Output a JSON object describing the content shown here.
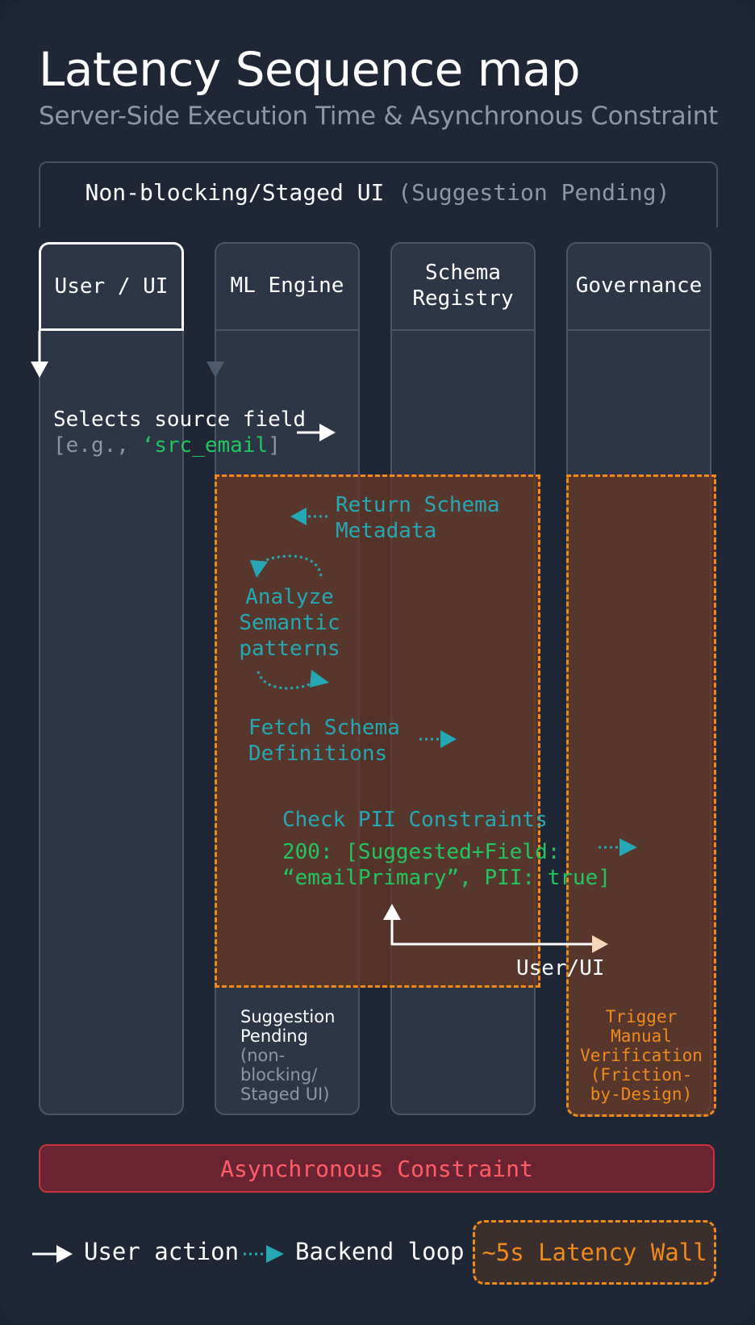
{
  "header": {
    "title": "Latency Sequence map",
    "subtitle": "Server-Side Execution Time & Asynchronous Constraint"
  },
  "bracket": {
    "main": "Non-blocking/Staged UI",
    "note": "(Suggestion Pending)"
  },
  "lanes": [
    {
      "label": "User / UI"
    },
    {
      "label": "ML Engine"
    },
    {
      "label": "Schema\nRegistry"
    },
    {
      "label": "Governance"
    }
  ],
  "steps": {
    "select_line1": "Selects source field",
    "select_bracket_open": "[e.g., ",
    "select_value": "‘src_email",
    "select_bracket_close": "]",
    "return_schema": "Return Schema\nMetadata",
    "analyze": "Analyze\nSemantic\npatterns",
    "fetch": "Fetch Schema\nDefinitions",
    "check_pii": "Check PII Constraints",
    "response_line1": "200: [Suggested+Field:",
    "response_line2": "“emailPrimary”, PII: true]",
    "return_user": "User/UI"
  },
  "footnotes": {
    "suggestion_title": "Suggestion\nPending",
    "suggestion_note": "(non-\nblocking/\nStaged UI)",
    "governance_note": "Trigger\nManual\nVerification\n(Friction-\nby-Design)"
  },
  "async_constraint": "Asynchronous Constraint",
  "legend": {
    "user_action": "User action",
    "backend_loop": "Backend loop",
    "latency_wall": "~5s Latency Wall"
  },
  "colors": {
    "background": "#1f2737",
    "lane": "#2c3647",
    "teal": "#26a7b5",
    "green": "#22c55e",
    "orange": "#f08a1c",
    "red": "#c8323d"
  }
}
